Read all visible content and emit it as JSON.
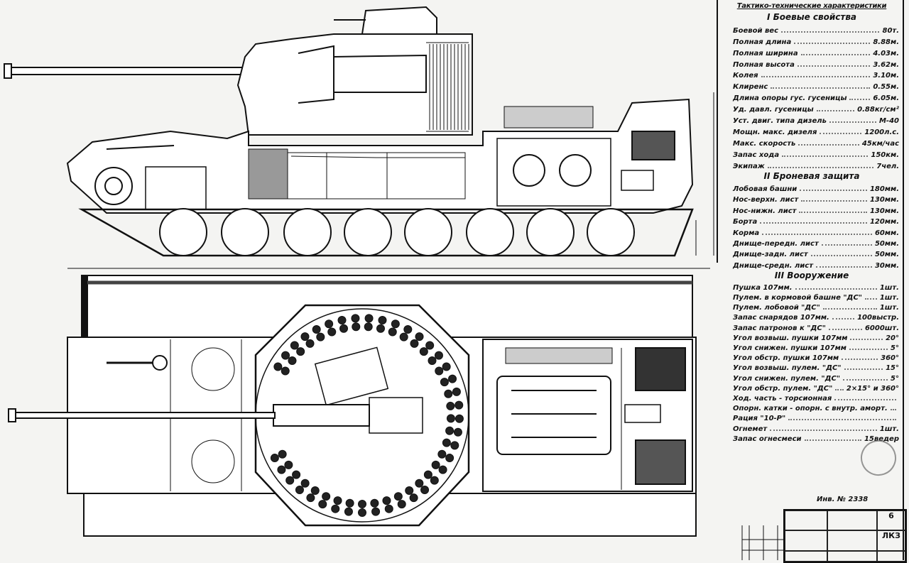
{
  "sheet": {
    "title": "Тактико-технические характеристики",
    "inventory_number": "Инв. № 2338",
    "sections": [
      {
        "heading": "I Боевые свойства",
        "rows": [
          {
            "label": "Боевой вес",
            "value": "80т."
          },
          {
            "label": "Полная длина",
            "value": "8.88м."
          },
          {
            "label": "Полная ширина",
            "value": "4.03м."
          },
          {
            "label": "Полная высота",
            "value": "3.62м."
          },
          {
            "label": "Колея",
            "value": "3.10м."
          },
          {
            "label": "Клиренс",
            "value": "0.55м."
          },
          {
            "label": "Длина опоры гус. гусеницы",
            "value": "6.05м."
          },
          {
            "label": "Уд. давл. гусеницы",
            "value": "0.88кг/см²"
          },
          {
            "label": "Уст. двиг. типа дизель",
            "value": "М-40"
          },
          {
            "label": "Мощн. макс. дизеля",
            "value": "1200л.с."
          },
          {
            "label": "Макс. скорость",
            "value": "45км/час"
          },
          {
            "label": "Запас хода",
            "value": "150км."
          },
          {
            "label": "Экипаж",
            "value": "7чел."
          }
        ]
      },
      {
        "heading": "II Броневая защита",
        "rows": [
          {
            "label": "Лобовая башни",
            "value": "180мм."
          },
          {
            "label": "Нос-верхн. лист",
            "value": "130мм."
          },
          {
            "label": "Нос-нижн. лист",
            "value": "130мм."
          },
          {
            "label": "Борта",
            "value": "120мм."
          },
          {
            "label": "Корма",
            "value": "60мм."
          },
          {
            "label": "Днище-передн. лист",
            "value": "50мм."
          },
          {
            "label": "Днище-задн. лист",
            "value": "50мм."
          },
          {
            "label": "Днище-средн. лист",
            "value": "30мм."
          }
        ]
      },
      {
        "heading": "III Вооружение",
        "rows": [
          {
            "label": "Пушка 107мм.",
            "value": "1шт."
          },
          {
            "label": "Пулем. в кормовой башне \"ДС\"",
            "value": "1шт."
          },
          {
            "label": "Пулем. лобовой \"ДС\"",
            "value": "1шт."
          },
          {
            "label": "Запас снарядов 107мм.",
            "value": "100выстр."
          },
          {
            "label": "Запас патронов к \"ДС\"",
            "value": "6000шт."
          },
          {
            "label": "Угол возвыш. пушки 107мм",
            "value": "20°"
          },
          {
            "label": "Угол снижен. пушки 107мм",
            "value": "5°"
          },
          {
            "label": "Угол обстр. пушки 107мм",
            "value": "360°"
          },
          {
            "label": "Угол возвыш. пулем. \"ДС\"",
            "value": "15°"
          },
          {
            "label": "Угол снижен. пулем. \"ДС\"",
            "value": "5°"
          },
          {
            "label": "Угол обстр. пулем. \"ДС\"",
            "value": "2×15° и 360°"
          },
          {
            "label": "Ход. часть - торсионная",
            "value": ""
          },
          {
            "label": "Опорн. катки - опорн. с внутр. аморт.",
            "value": ""
          },
          {
            "label": "Рация \"10-Р\"",
            "value": ""
          },
          {
            "label": "Огнемет",
            "value": "1шт."
          },
          {
            "label": "Запас огнесмеси",
            "value": "15ведер"
          }
        ]
      }
    ],
    "title_block": {
      "sheet_no": "6",
      "code": "ЛКЗ"
    }
  }
}
